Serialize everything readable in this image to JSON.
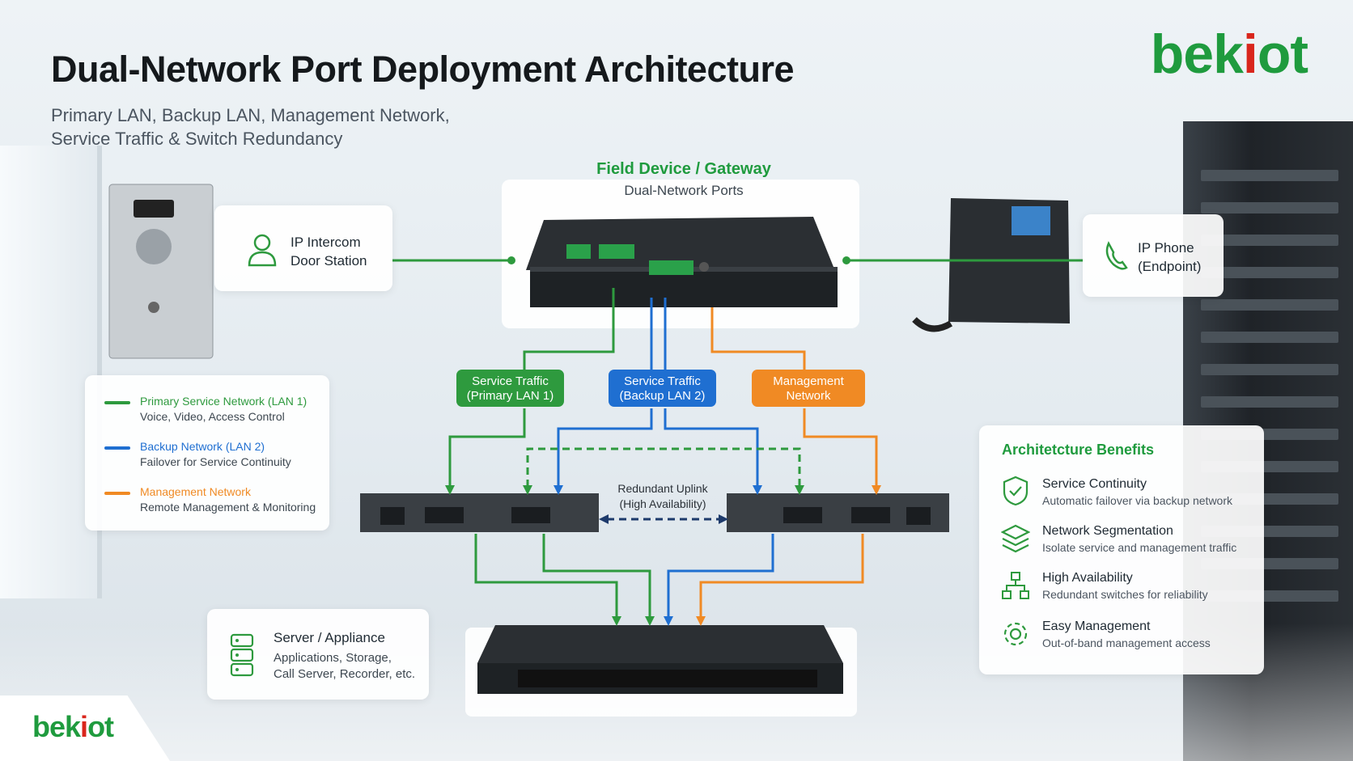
{
  "title": "Dual-Network Port Deployment Architecture",
  "subtitle_line1": "Primary LAN, Backup LAN, Management Network,",
  "subtitle_line2": "Service Traffic & Switch Redundancy",
  "logo": {
    "text_a": "bek",
    "text_dot": "i",
    "text_b": "ot"
  },
  "gateway": {
    "title": "Field Device / Gateway",
    "subtitle": "Dual-Network Ports"
  },
  "intercom": {
    "line1": "IP Intercom",
    "line2": "Door Station"
  },
  "phone": {
    "line1": "IP Phone",
    "line2": "(Endpoint)"
  },
  "pills": {
    "primary": {
      "line1": "Service Traffic",
      "line2": "(Primary LAN 1)"
    },
    "backup": {
      "line1": "Service Traffic",
      "line2": "(Backup LAN 2)"
    },
    "mgmt": {
      "line1": "Management",
      "line2": "Network"
    }
  },
  "uplink": {
    "line1": "Redundant Uplink",
    "line2": "(High Availability)"
  },
  "server": {
    "title": "Server / Appliance",
    "line1": "Applications, Storage,",
    "line2": "Call Server, Recorder, etc."
  },
  "legend": [
    {
      "title": "Primary Service Network (LAN 1)",
      "desc": "Voice, Video, Access Control",
      "color": "#2e9a3e"
    },
    {
      "title": "Backup Network (LAN 2)",
      "desc": "Failover for Service Continuity",
      "color": "#1f6fd1"
    },
    {
      "title": "Management Network",
      "desc": "Remote Management & Monitoring",
      "color": "#f08a24"
    }
  ],
  "benefits": {
    "title": "Architetcture Benefits",
    "items": [
      {
        "title": "Service Continuity",
        "desc": "Automatic failover via backup network",
        "icon": "shield-check-icon"
      },
      {
        "title": "Network Segmentation",
        "desc": "Isolate service and management traffic",
        "icon": "layers-icon"
      },
      {
        "title": "High Availability",
        "desc": "Redundant switches for reliability",
        "icon": "network-tree-icon"
      },
      {
        "title": "Easy Management",
        "desc": "Out-of-band management access",
        "icon": "gear-icon"
      }
    ]
  },
  "colors": {
    "green": "#2e9a3e",
    "blue": "#1f6fd1",
    "orange": "#f08a24",
    "brand": "#1f9b3e"
  }
}
